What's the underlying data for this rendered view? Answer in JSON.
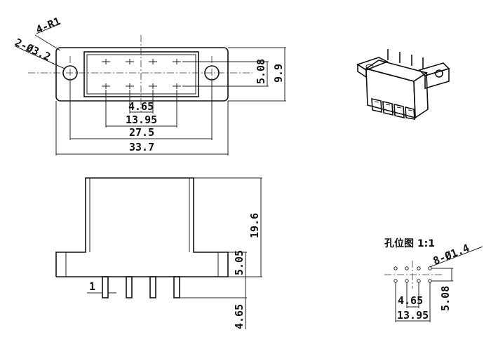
{
  "top_view": {
    "callout_radius": "4-R1",
    "callout_hole": "2-Ø3.2",
    "dims": {
      "pin_pitch": "4.65",
      "pin_span": "13.95",
      "hole_spacing": "27.5",
      "overall_width": "33.7",
      "row_spacing": "5.08",
      "overall_height": "9.9"
    }
  },
  "side_view": {
    "dims": {
      "body_height": "19.6",
      "flange_height": "5.05",
      "pin_width": "1",
      "pin_length": "4.65"
    }
  },
  "hole_pattern": {
    "title": "孔位图 1:1",
    "callout_holes": "8-Ø1.4",
    "dims": {
      "pitch": "4.65",
      "span": "13.95",
      "row_spacing": "5.08"
    }
  }
}
